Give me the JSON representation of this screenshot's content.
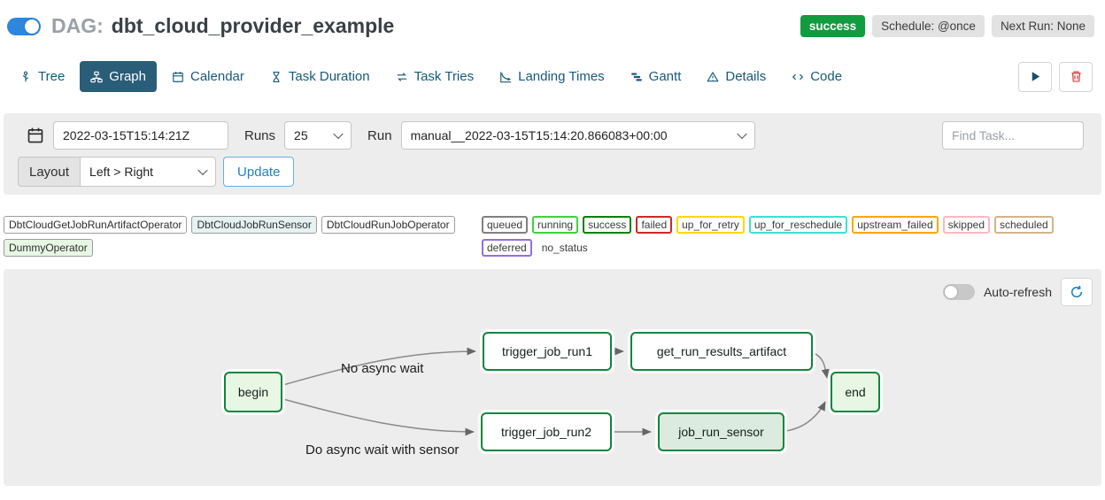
{
  "header": {
    "toggle_on": true,
    "dag_prefix": "DAG:",
    "dag_title": "dbt_cloud_provider_example",
    "badges": {
      "status": "success",
      "status_color": "#129b3f",
      "schedule": "Schedule: @once",
      "next_run": "Next Run: None"
    }
  },
  "tabs": [
    {
      "id": "tree",
      "label": "Tree",
      "icon": "tree-icon",
      "active": false
    },
    {
      "id": "graph",
      "label": "Graph",
      "icon": "graph-icon",
      "active": true
    },
    {
      "id": "calendar",
      "label": "Calendar",
      "icon": "calendar-icon",
      "active": false
    },
    {
      "id": "task-duration",
      "label": "Task Duration",
      "icon": "hourglass-icon",
      "active": false
    },
    {
      "id": "task-tries",
      "label": "Task Tries",
      "icon": "repeat-icon",
      "active": false
    },
    {
      "id": "landing-times",
      "label": "Landing Times",
      "icon": "landing-icon",
      "active": false
    },
    {
      "id": "gantt",
      "label": "Gantt",
      "icon": "gantt-icon",
      "active": false
    },
    {
      "id": "details",
      "label": "Details",
      "icon": "warning-icon",
      "active": false
    },
    {
      "id": "code",
      "label": "Code",
      "icon": "code-icon",
      "active": false
    }
  ],
  "filters": {
    "base_date_value": "2022-03-15T15:14:21Z",
    "runs_label": "Runs",
    "runs_value": "25",
    "run_label": "Run",
    "run_value": "manual__2022-03-15T15:14:20.866083+00:00",
    "find_task_placeholder": "Find Task...",
    "layout_label": "Layout",
    "layout_value": "Left > Right",
    "update_label": "Update"
  },
  "legend": {
    "operators": [
      {
        "label": "DbtCloudGetJobRunArtifactOperator",
        "fill": "#ffffff"
      },
      {
        "label": "DbtCloudJobRunSensor",
        "fill": "#e6f1f2"
      },
      {
        "label": "DbtCloudRunJobOperator",
        "fill": "#ffffff"
      },
      {
        "label": "DummyOperator",
        "fill": "#e8f7e4"
      }
    ],
    "statuses": [
      {
        "label": "queued",
        "border": "#808080"
      },
      {
        "label": "running",
        "border": "#3fd23f"
      },
      {
        "label": "success",
        "border": "#008000"
      },
      {
        "label": "failed",
        "border": "#d32626"
      },
      {
        "label": "up_for_retry",
        "border": "#ffd700"
      },
      {
        "label": "up_for_reschedule",
        "border": "#40e0d0"
      },
      {
        "label": "upstream_failed",
        "border": "#ffa500"
      },
      {
        "label": "skipped",
        "border": "#ffb6c1"
      },
      {
        "label": "scheduled",
        "border": "#d2b48c"
      },
      {
        "label": "deferred",
        "border": "#9370db"
      },
      {
        "label": "no_status",
        "border": "transparent"
      }
    ]
  },
  "graph": {
    "auto_refresh_label": "Auto-refresh",
    "auto_refresh_on": false,
    "node_border": "#0f8540",
    "nodes": [
      {
        "id": "begin",
        "label": "begin",
        "fill": "#e8f7e4"
      },
      {
        "id": "trigger_job_run1",
        "label": "trigger_job_run1",
        "fill": "#ffffff"
      },
      {
        "id": "get_run_results_artifact",
        "label": "get_run_results_artifact",
        "fill": "#ffffff"
      },
      {
        "id": "trigger_job_run2",
        "label": "trigger_job_run2",
        "fill": "#ffffff"
      },
      {
        "id": "job_run_sensor",
        "label": "job_run_sensor",
        "fill": "#dcebe0"
      },
      {
        "id": "end",
        "label": "end",
        "fill": "#e8f7e4"
      }
    ],
    "edge_labels": [
      "No async wait",
      "Do async wait with sensor"
    ]
  }
}
